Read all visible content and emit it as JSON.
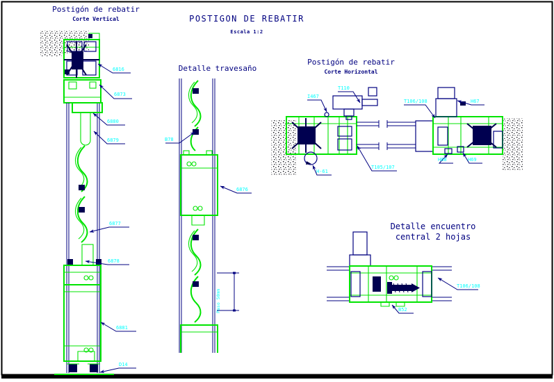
{
  "page": {
    "main_title": "POSTIGON DE REBATIR",
    "scale": "Escala 1:2"
  },
  "colors": {
    "profile_green": "#00e400",
    "label_cyan": "#00ffff",
    "line_navy": "#000080",
    "hardware_dark": "#000050",
    "border_black": "#000000",
    "background": "#ffffff"
  },
  "sections": {
    "corte_vertical": {
      "title": "Postigón de rebatir",
      "subtitle": "Corte Vertical",
      "labels": [
        "6816",
        "6873",
        "6880",
        "6879",
        "6877",
        "6878",
        "6881",
        "D14"
      ]
    },
    "detalle_travesano": {
      "title": "Detalle travesaño",
      "labels": [
        "B78",
        "6876"
      ],
      "dimension": "Paso 50mm"
    },
    "corte_horizontal": {
      "title": "Postigón de rebatir",
      "subtitle": "Corte Horizontal",
      "labels": [
        "T110",
        "I467",
        "T106/108",
        "H67",
        "H-61",
        "T105/107",
        "H68",
        "H69"
      ]
    },
    "encuentro_central": {
      "title_line1": "Detalle encuentro",
      "title_line2": "central 2 hojas",
      "labels": [
        "T106/108",
        "B52"
      ]
    }
  }
}
